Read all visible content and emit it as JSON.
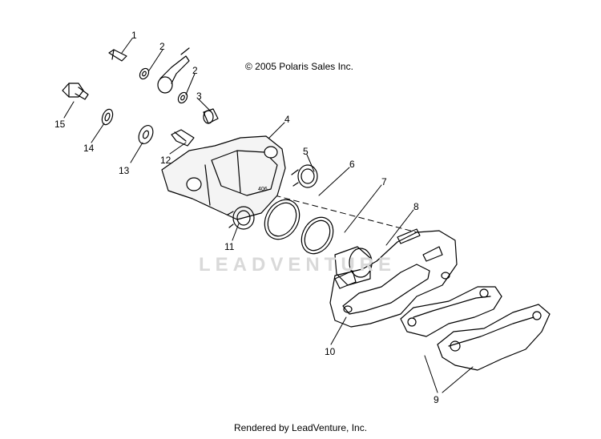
{
  "copyright": "© 2005 Polaris Sales Inc.",
  "watermark": "LEADVENTURE",
  "footer": "Rendered by LeadVenture, Inc.",
  "callouts": {
    "c1": "1",
    "c2a": "2",
    "c2b": "2",
    "c3": "3",
    "c4": "4",
    "c5": "5",
    "c6": "6",
    "c7": "7",
    "c8": "8",
    "c9": "9",
    "c10": "10",
    "c11": "11",
    "c12": "12",
    "c13": "13",
    "c14": "14",
    "c15": "15"
  },
  "caliper_stamp": "406"
}
